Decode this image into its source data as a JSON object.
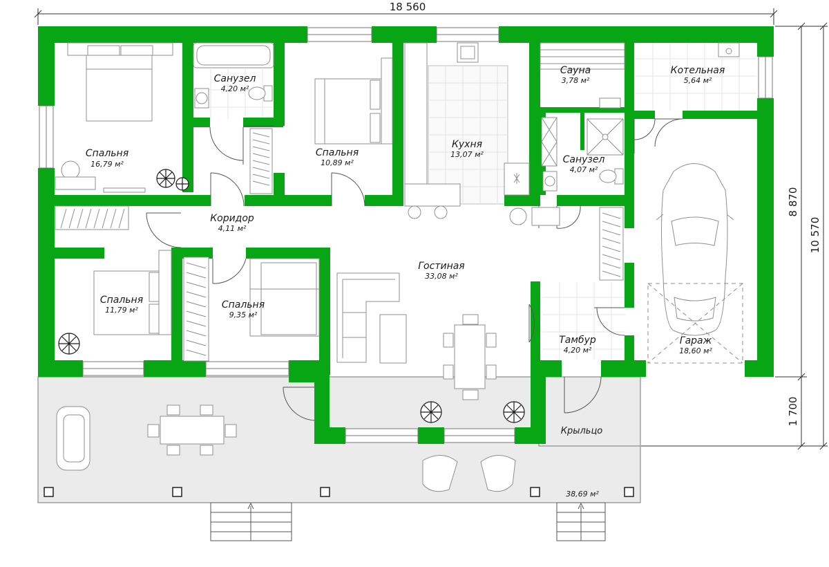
{
  "colors": {
    "wall": "#08a614",
    "terrace": "#ebebeb",
    "tile": "#dcdcdc",
    "line": "#444444"
  },
  "dimensions": {
    "top_total": "18 560",
    "right_house": "8 870",
    "right_total": "10 570",
    "right_porch": "1 700"
  },
  "rooms": {
    "bedroom_nw": {
      "name": "Спальня",
      "area": "16,79 м²"
    },
    "bath_1": {
      "name": "Санузел",
      "area": "4,20 м²"
    },
    "bedroom_n": {
      "name": "Спальня",
      "area": "10,89 м²"
    },
    "kitchen": {
      "name": "Кухня",
      "area": "13,07 м²"
    },
    "sauna": {
      "name": "Сауна",
      "area": "3,78 м²"
    },
    "boiler": {
      "name": "Котельная",
      "area": "5,64 м²"
    },
    "bath_2": {
      "name": "Санузел",
      "area": "4,07 м²"
    },
    "corridor": {
      "name": "Коридор",
      "area": "4,11 м²"
    },
    "living": {
      "name": "Гостиная",
      "area": "33,08 м²"
    },
    "bedroom_sw": {
      "name": "Спальня",
      "area": "11,79 м²"
    },
    "bedroom_s": {
      "name": "Спальня",
      "area": "9,35 м²"
    },
    "vestibule": {
      "name": "Тамбур",
      "area": "4,20 м²"
    },
    "garage": {
      "name": "Гараж",
      "area": "18,60 м²"
    },
    "porch": {
      "name": "Крыльцо"
    },
    "terrace": {
      "area": "38,69 м²"
    }
  },
  "icons": [
    "plant-icon",
    "car-icon",
    "bed-icon",
    "sofa-icon",
    "table-icon",
    "stove-icon",
    "bathtub-icon",
    "toilet-icon",
    "door-icon",
    "stairs-icon"
  ]
}
